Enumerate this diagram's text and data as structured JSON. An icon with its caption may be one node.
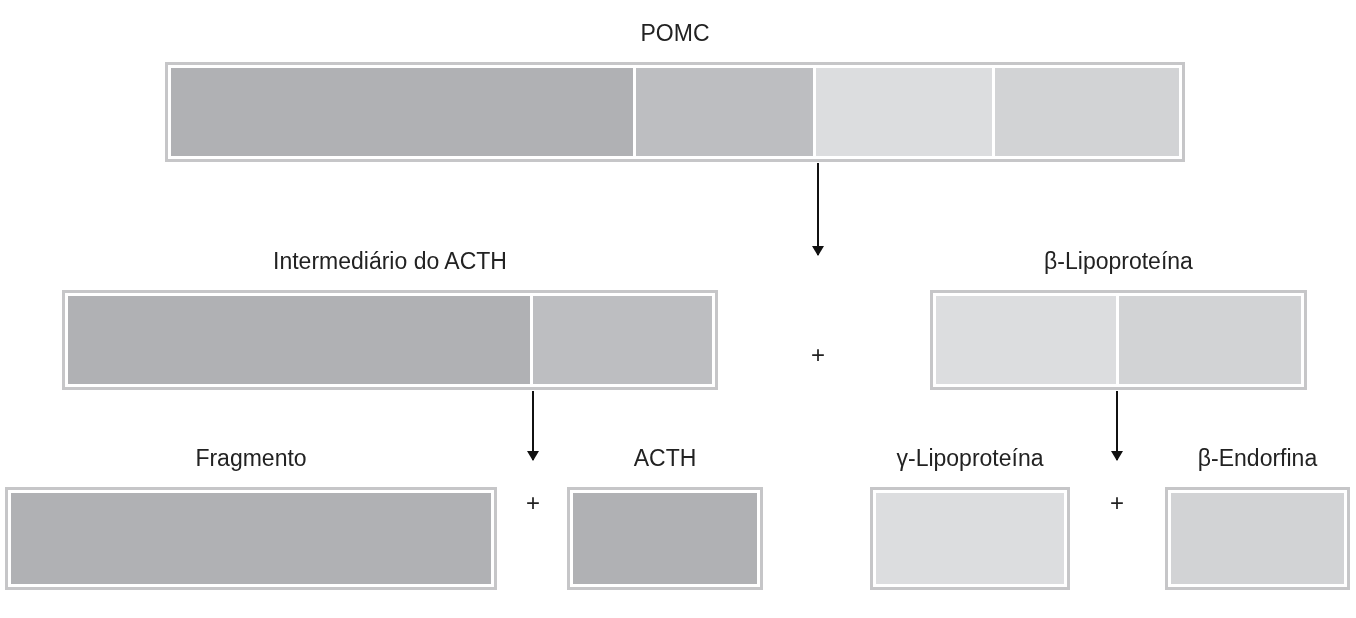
{
  "diagram": {
    "nodes": [
      {
        "text": [
          "POMC"
        ]
      },
      {
        "text": [
          "Intermediário do ACTH"
        ]
      },
      {
        "text": [
          "β-Lipoproteína"
        ]
      },
      {
        "text": [
          "Fragmento"
        ]
      },
      {
        "text": [
          "ACTH"
        ]
      },
      {
        "text": [
          "γ-Lipoproteína"
        ]
      },
      {
        "text": [
          "β-Endorfina"
        ]
      }
    ],
    "edges": [
      {
        "from": 0,
        "to": null,
        "arrow": "to"
      },
      {
        "from": 1,
        "to": null,
        "arrow": "to"
      },
      {
        "from": 2,
        "to": null,
        "arrow": "to"
      }
    ],
    "labels": [
      "+",
      "+",
      "+"
    ]
  }
}
